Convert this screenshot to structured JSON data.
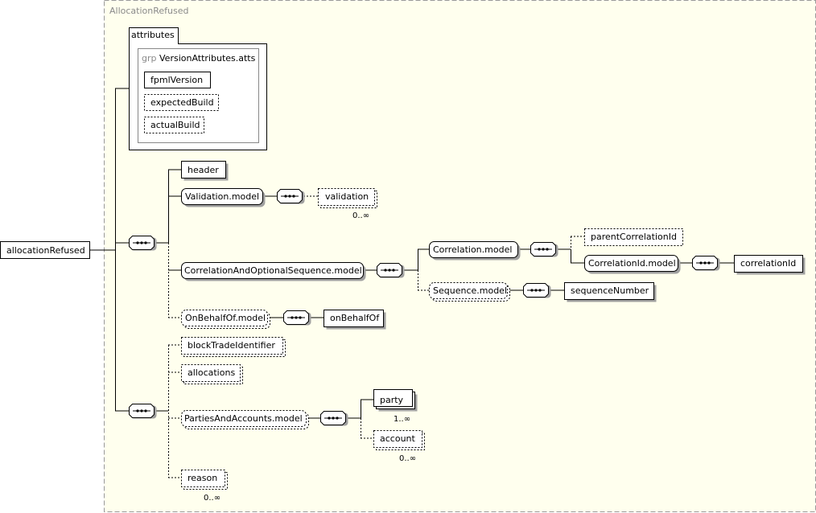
{
  "colors": {
    "background": "#ffffee",
    "frame_border": "#999999",
    "line": "#000000",
    "shadow": "#a0a0a0",
    "caption": "#8a8a8a"
  },
  "complex_type_caption": "AllocationRefused",
  "root_element": "allocationRefused",
  "attributes": {
    "title": "attributes",
    "group_prefix": "grp",
    "group_name": "VersionAttributes.atts",
    "items": [
      "fpmlVersion",
      "expectedBuild",
      "actualBuild"
    ]
  },
  "sequence_connector_icon": "sequence-compositor-icon",
  "nodes": {
    "header": "header",
    "validation_model": "Validation.model",
    "validation": "validation",
    "validation_card": "0..∞",
    "corr_opt_seq_model": "CorrelationAndOptionalSequence.model",
    "correlation_model": "Correlation.model",
    "parent_correlation_id": "parentCorrelationId",
    "correlation_id_model": "CorrelationId.model",
    "correlation_id": "correlationId",
    "sequence_model": "Sequence.model",
    "sequence_number": "sequenceNumber",
    "on_behalf_of_model": "OnBehalfOf.model",
    "on_behalf_of": "onBehalfOf",
    "block_trade_identifier": "blockTradeIdentifier",
    "allocations": "allocations",
    "parties_and_accounts_model": "PartiesAndAccounts.model",
    "party": "party",
    "party_card": "1..∞",
    "account": "account",
    "account_card": "0..∞",
    "reason": "reason",
    "reason_card": "0..∞"
  }
}
